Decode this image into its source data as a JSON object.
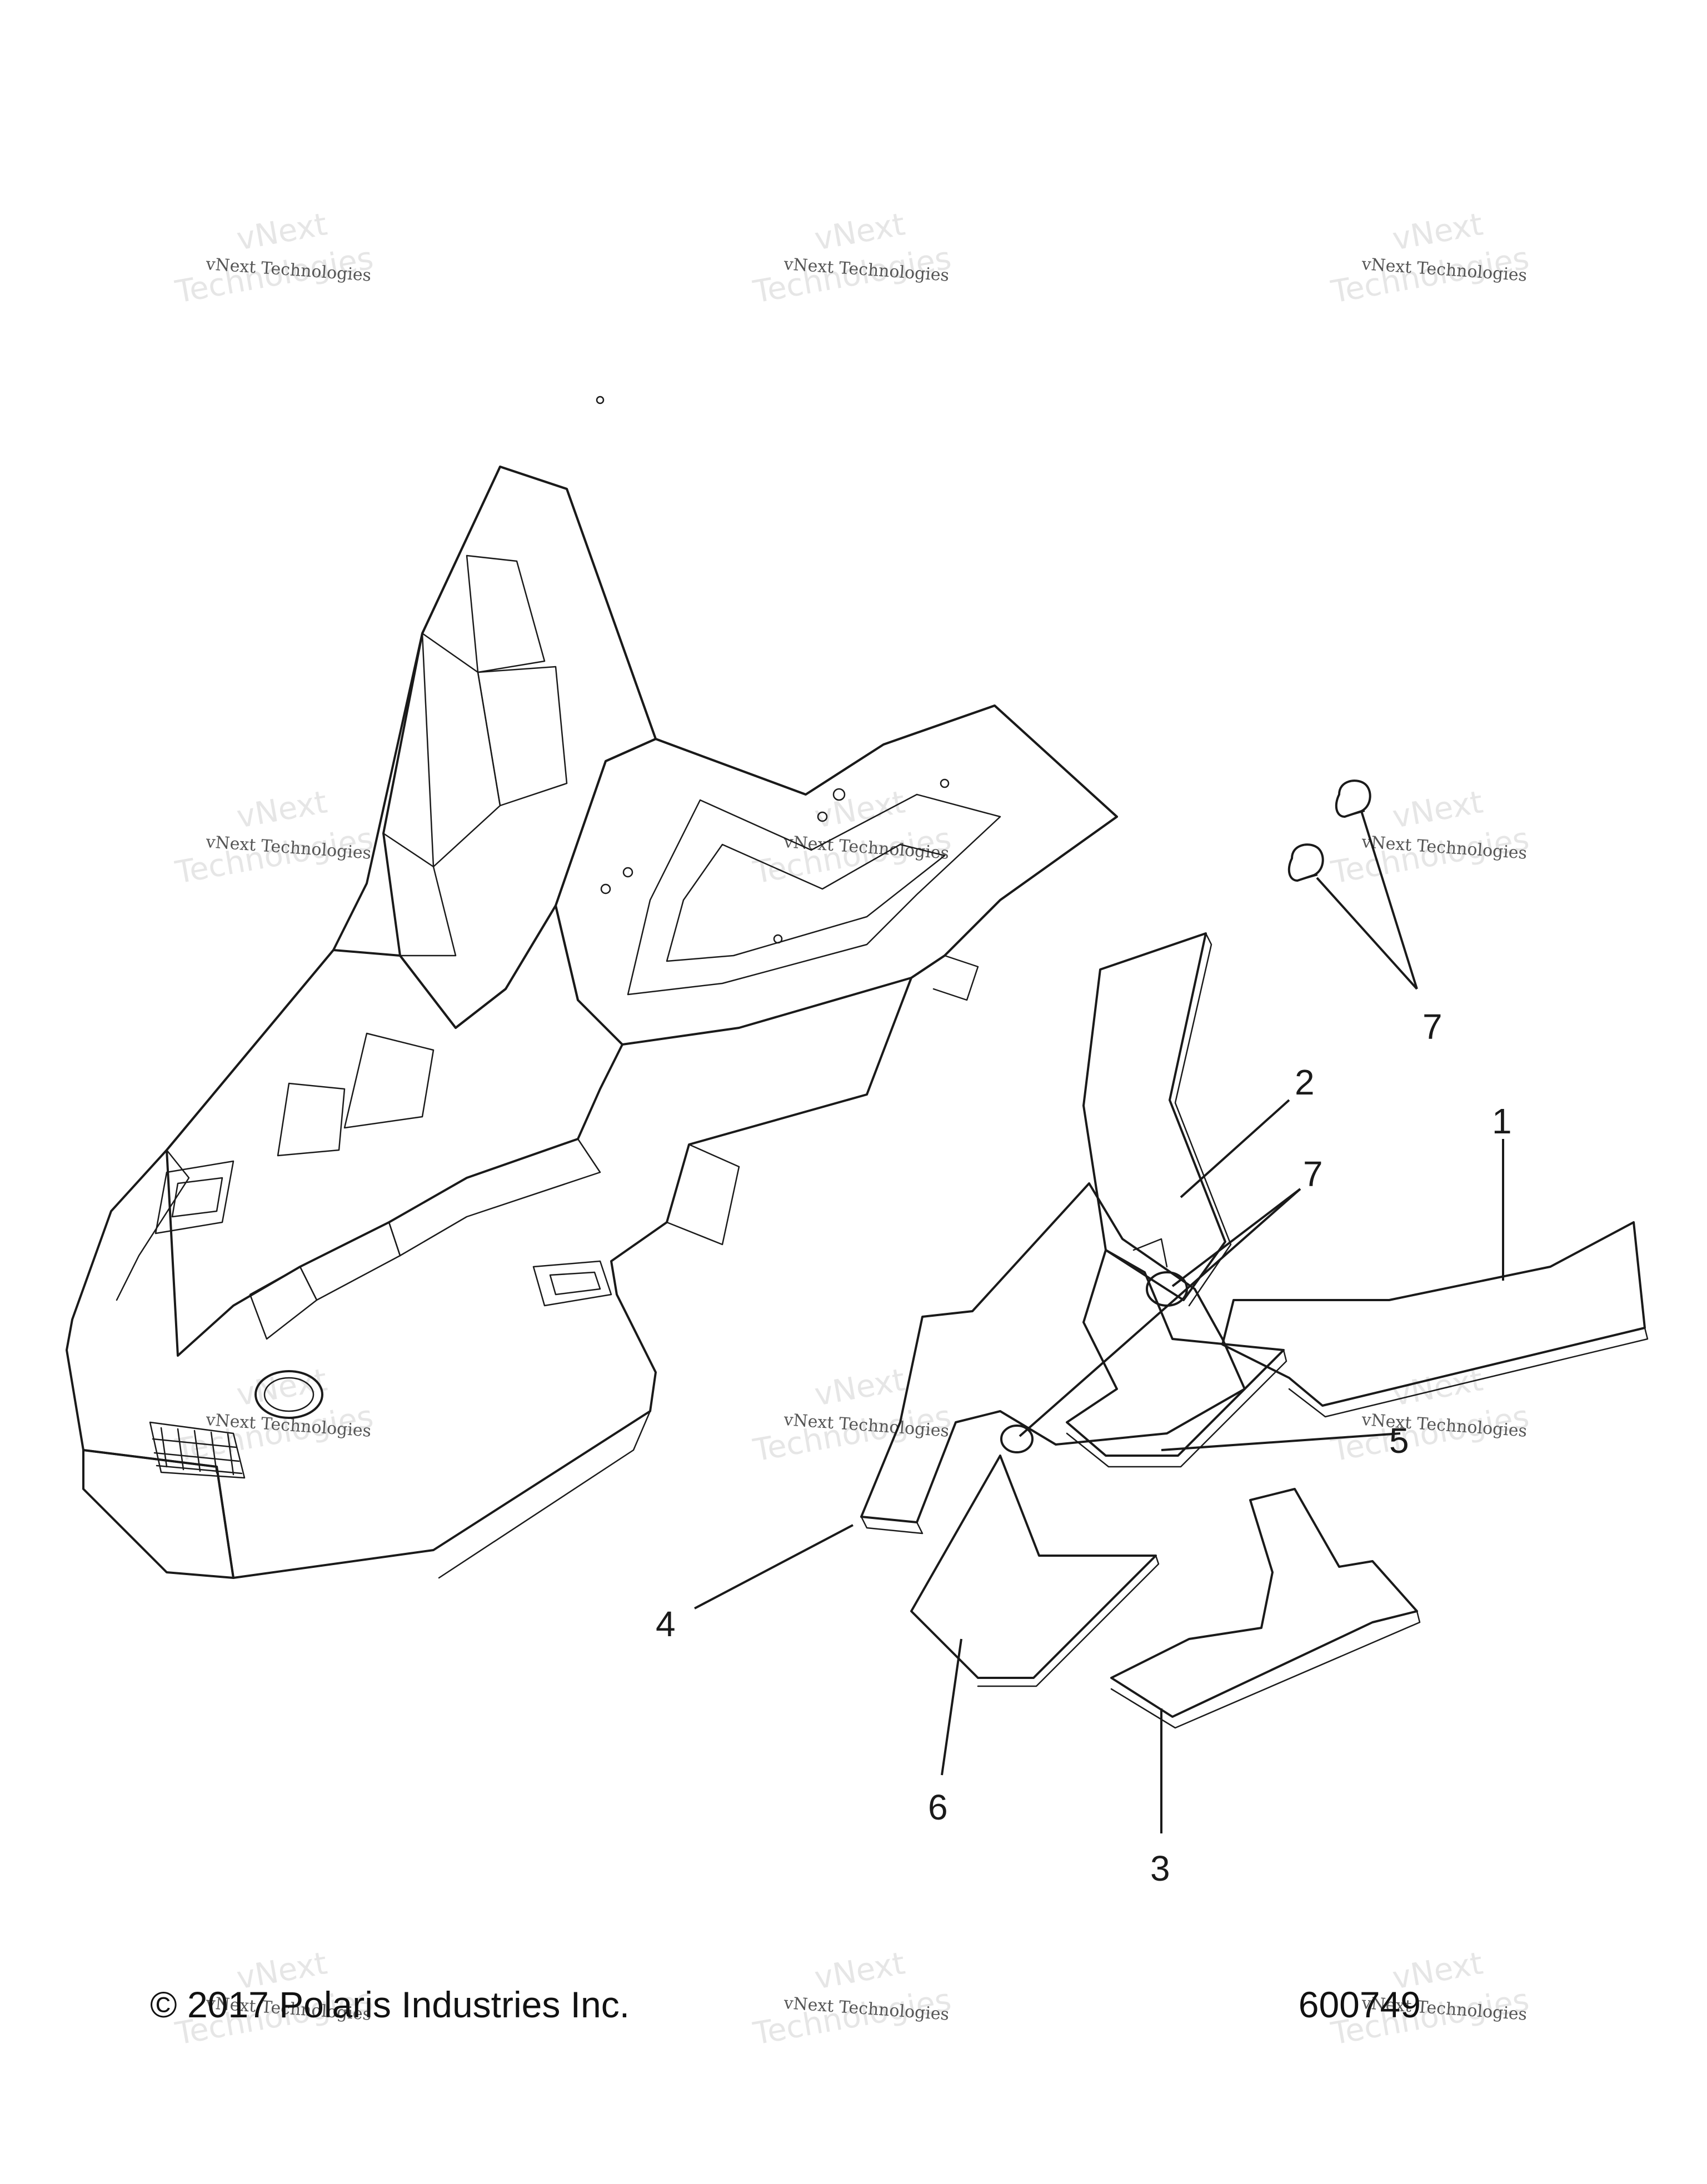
{
  "callouts": {
    "c1": "1",
    "c2": "2",
    "c3": "3",
    "c4": "4",
    "c5": "5",
    "c6": "6",
    "c7a": "7",
    "c7b": "7"
  },
  "watermark": {
    "line1": "vNext Technologies",
    "big_top": "vNext",
    "big_bottom": "Technologies"
  },
  "footer": {
    "copyright": "© 2017 Polaris Industries Inc.",
    "figure_number": "600749"
  }
}
